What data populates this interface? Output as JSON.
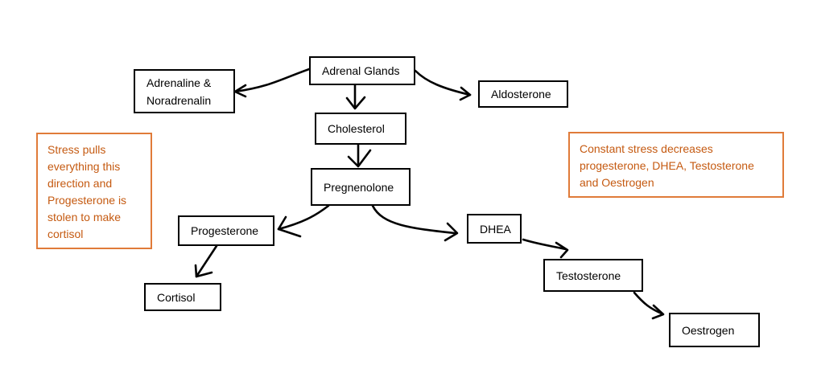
{
  "nodes": {
    "adrenal_glands": "Adrenal Glands",
    "adrenaline_noradrenalin": "Adrenaline &\nNoradrenalin",
    "aldosterone": "Aldosterone",
    "cholesterol": "Cholesterol",
    "pregnenolone": "Pregnenolone",
    "progesterone": "Progesterone",
    "dhea": "DHEA",
    "cortisol": "Cortisol",
    "testosterone": "Testosterone",
    "oestrogen": "Oestrogen"
  },
  "notes": {
    "stress_pulls": "Stress pulls\neverything this\ndirection and\nProgesterone is\nstolen to make\ncortisol",
    "constant_stress": "Constant stress decreases\nprogesterone, DHEA, Testosterone\nand Oestrogen"
  },
  "colors": {
    "node_border": "#000000",
    "note_border": "#e07b39",
    "note_text": "#c55a11"
  }
}
